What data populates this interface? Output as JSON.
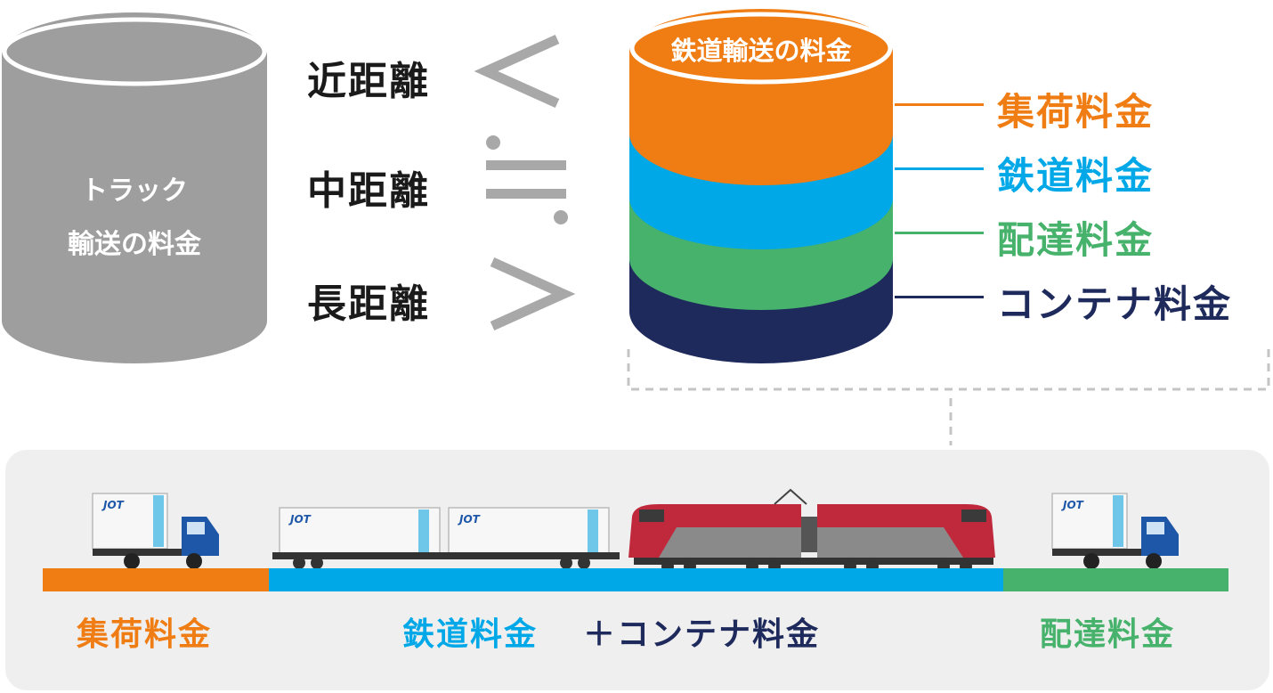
{
  "truck_cylinder": {
    "line1": "トラック",
    "line2": "輸送の料金",
    "color": "#9e9e9e"
  },
  "distances": [
    {
      "label": "近距離",
      "symbol": "<"
    },
    {
      "label": "中距離",
      "symbol": "≒"
    },
    {
      "label": "長距離",
      "symbol": ">"
    }
  ],
  "rail_cylinder": {
    "title": "鉄道輸送の料金"
  },
  "components": [
    {
      "label": "集荷料金",
      "color": "#ef7d14"
    },
    {
      "label": "鉄道料金",
      "color": "#00a8e8"
    },
    {
      "label": "配達料金",
      "color": "#46b26b"
    },
    {
      "label": "コンテナ料金",
      "color": "#1e2a5c"
    }
  ],
  "bottom": {
    "pickup": "集荷料金",
    "rail": "鉄道料金",
    "plus": "＋コンテナ料金",
    "delivery": "配達料金"
  },
  "logo_text": "JOT"
}
